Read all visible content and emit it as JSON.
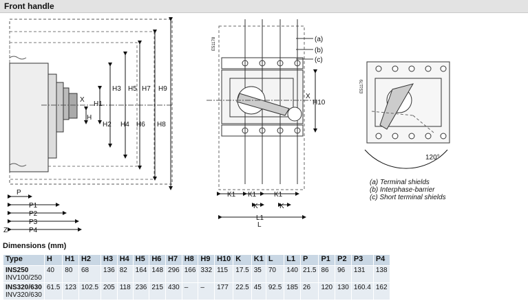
{
  "header": {
    "title": "Front handle"
  },
  "drawing": {
    "side_labels": [
      "H3",
      "H5",
      "H7",
      "H9",
      "H1",
      "H2",
      "H4",
      "H6",
      "H8",
      "X",
      "H",
      "P",
      "P1",
      "P2",
      "P3",
      "P4",
      "Z"
    ],
    "front_labels": [
      "(a)",
      "(b)",
      "(c)",
      "H10",
      "X",
      "K1",
      "K1",
      "K1",
      "K",
      "K",
      "L1",
      "L"
    ],
    "code_front": "E51178",
    "code_rear": "E51179",
    "angle": "120°",
    "legend": [
      "(a) Terminal shields",
      "(b) Interphase-barrier",
      "(c) Short terminal shields"
    ]
  },
  "dimensions": {
    "title": "Dimensions (mm)",
    "columns": [
      "Type",
      "H",
      "H1",
      "H2",
      "H3",
      "H4",
      "H5",
      "H6",
      "H7",
      "H8",
      "H9",
      "H10",
      "K",
      "K1",
      "L",
      "L1",
      "P",
      "P1",
      "P2",
      "P3",
      "P4"
    ],
    "rows": [
      {
        "type": "INS250",
        "type_sub": "INV100/250",
        "values": [
          "40",
          "80",
          "68",
          "136",
          "82",
          "164",
          "148",
          "296",
          "166",
          "332",
          "115",
          "17.5",
          "35",
          "70",
          "140",
          "21.5",
          "86",
          "96",
          "131",
          "138"
        ]
      },
      {
        "type": "INS320/630",
        "type_sub": "INV320/630",
        "values": [
          "61.5",
          "123",
          "102.5",
          "205",
          "118",
          "236",
          "215",
          "430",
          "–",
          "–",
          "177",
          "22.5",
          "45",
          "92.5",
          "185",
          "26",
          "120",
          "130",
          "160.4",
          "162"
        ]
      }
    ]
  }
}
